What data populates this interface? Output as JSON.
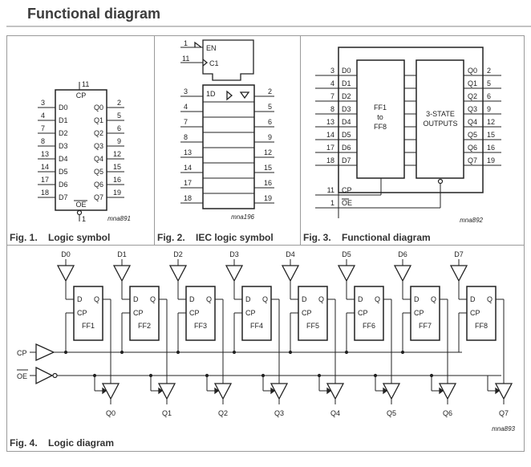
{
  "page": {
    "title": "Functional diagram"
  },
  "fig1": {
    "caption_num": "Fig. 1.",
    "caption_text": "Logic symbol",
    "code": "mna891",
    "top_pin": {
      "num": "11",
      "label": "CP"
    },
    "bottom_pin": {
      "num": "1",
      "label": "OE"
    },
    "inputs": [
      {
        "num": "3",
        "label": "D0"
      },
      {
        "num": "4",
        "label": "D1"
      },
      {
        "num": "7",
        "label": "D2"
      },
      {
        "num": "8",
        "label": "D3"
      },
      {
        "num": "13",
        "label": "D4"
      },
      {
        "num": "14",
        "label": "D5"
      },
      {
        "num": "17",
        "label": "D6"
      },
      {
        "num": "18",
        "label": "D7"
      }
    ],
    "outputs": [
      {
        "num": "2",
        "label": "Q0"
      },
      {
        "num": "5",
        "label": "Q1"
      },
      {
        "num": "6",
        "label": "Q2"
      },
      {
        "num": "9",
        "label": "Q3"
      },
      {
        "num": "12",
        "label": "Q4"
      },
      {
        "num": "15",
        "label": "Q5"
      },
      {
        "num": "16",
        "label": "Q6"
      },
      {
        "num": "19",
        "label": "Q7"
      }
    ]
  },
  "fig2": {
    "caption_num": "Fig. 2.",
    "caption_text": "IEC logic symbol",
    "code": "mna196",
    "control": [
      {
        "num": "1",
        "label": "EN"
      },
      {
        "num": "11",
        "label": "C1"
      }
    ],
    "first_label": "1D",
    "inputs": [
      "3",
      "4",
      "7",
      "8",
      "13",
      "14",
      "17",
      "18"
    ],
    "outputs": [
      "2",
      "5",
      "6",
      "9",
      "12",
      "15",
      "16",
      "19"
    ]
  },
  "fig3": {
    "caption_num": "Fig. 3.",
    "caption_text": "Functional diagram",
    "code": "mna892",
    "ff_block": [
      "FF1",
      "to",
      "FF8"
    ],
    "out_block": [
      "3-STATE",
      "OUTPUTS"
    ],
    "inputs": [
      {
        "num": "3",
        "label": "D0"
      },
      {
        "num": "4",
        "label": "D1"
      },
      {
        "num": "7",
        "label": "D2"
      },
      {
        "num": "8",
        "label": "D3"
      },
      {
        "num": "13",
        "label": "D4"
      },
      {
        "num": "14",
        "label": "D5"
      },
      {
        "num": "17",
        "label": "D6"
      },
      {
        "num": "18",
        "label": "D7"
      }
    ],
    "outputs": [
      {
        "num": "2",
        "label": "Q0"
      },
      {
        "num": "5",
        "label": "Q1"
      },
      {
        "num": "6",
        "label": "Q2"
      },
      {
        "num": "9",
        "label": "Q3"
      },
      {
        "num": "12",
        "label": "Q4"
      },
      {
        "num": "15",
        "label": "Q5"
      },
      {
        "num": "16",
        "label": "Q6"
      },
      {
        "num": "19",
        "label": "Q7"
      }
    ],
    "cp": {
      "num": "11",
      "label": "CP"
    },
    "oe": {
      "num": "1",
      "label": "OE"
    }
  },
  "fig4": {
    "caption_num": "Fig. 4.",
    "caption_text": "Logic diagram",
    "code": "mna893",
    "d_inputs": [
      "D0",
      "D1",
      "D2",
      "D3",
      "D4",
      "D5",
      "D6",
      "D7"
    ],
    "flipflops": [
      "FF1",
      "FF2",
      "FF3",
      "FF4",
      "FF5",
      "FF6",
      "FF7",
      "FF8"
    ],
    "q_outputs": [
      "Q0",
      "Q1",
      "Q2",
      "Q3",
      "Q4",
      "Q5",
      "Q6",
      "Q7"
    ],
    "ff_pins": {
      "d": "D",
      "q": "Q",
      "cp": "CP"
    },
    "cp_label": "CP",
    "oe_label": "OE"
  }
}
